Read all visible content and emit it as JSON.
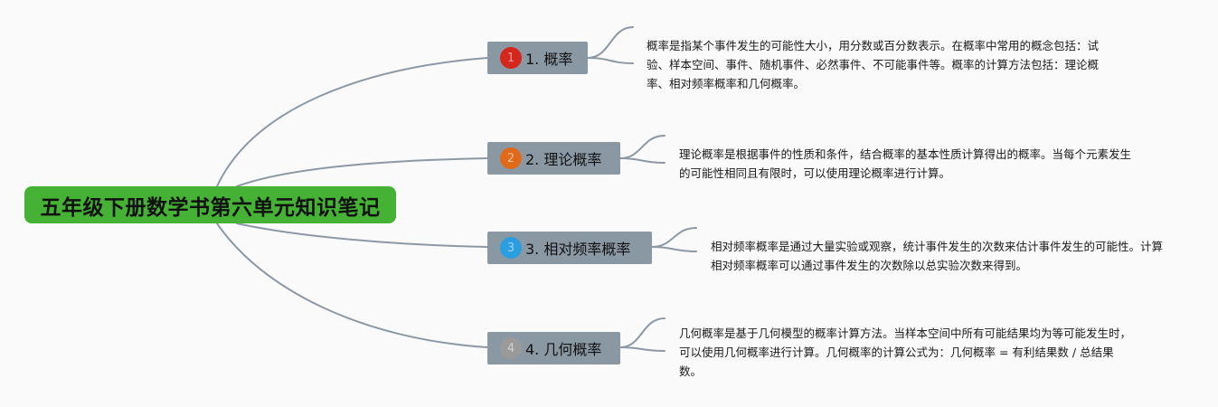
{
  "root": {
    "title": "五年级下册数学书第六单元知识笔记"
  },
  "topics": [
    {
      "label": "1. 概率",
      "badge_number": "1",
      "badge_color": "#d4261c",
      "note": "概率是指某个事件发生的可能性大小，用分数或百分数表示。在概率中常用的概念包括：试验、样本空间、事件、随机事件、必然事件、不可能事件等。概率的计算方法包括：理论概率、相对频率概率和几何概率。"
    },
    {
      "label": "2. 理论概率",
      "badge_number": "2",
      "badge_color": "#e06a1a",
      "note": "理论概率是根据事件的性质和条件，结合概率的基本性质计算得出的概率。当每个元素发生的可能性相同且有限时，可以使用理论概率进行计算。"
    },
    {
      "label": "3. 相对频率概率",
      "badge_number": "3",
      "badge_color": "#2a9ee0",
      "note": "相对频率概率是通过大量实验或观察，统计事件发生的次数来估计事件发生的可能性。计算相对频率概率可以通过事件发生的次数除以总实验次数来得到。"
    },
    {
      "label": "4. 几何概率",
      "badge_number": "4",
      "badge_color": "#9a9a9a",
      "note": "几何概率是基于几何模型的概率计算方法。当样本空间中所有可能结果均为等可能发生时，可以使用几何概率进行计算。几何概率的计算公式为：几何概率 = 有利结果数 / 总结果数。"
    }
  ],
  "colors": {
    "root_fill": "#45b135",
    "topic_fill": "#8a98a4",
    "connector": "#8e98a3"
  }
}
